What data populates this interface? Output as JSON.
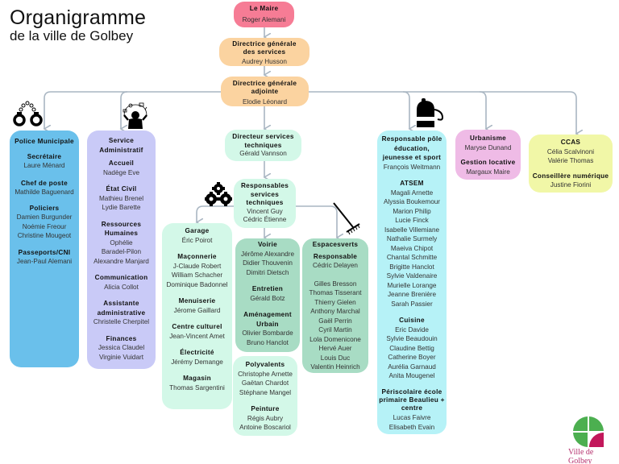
{
  "header": {
    "title": "Organigramme",
    "subtitle": "de la ville de Golbey"
  },
  "colors": {
    "maire": "#f67c95",
    "direction": "#fbd3a0",
    "technique": "#d3f8e8",
    "voirie": "#a8dcc4",
    "police": "#6ac0eb",
    "administratif": "#c9caf7",
    "education": "#b6f2f7",
    "urbanisme": "#efbbe6",
    "ccas": "#f1f7a7",
    "connector": "#a9b6c2",
    "logo_green": "#4caf50",
    "logo_magenta": "#c2185b"
  },
  "maire": {
    "title": "Le Maire",
    "name": "Roger Alemani"
  },
  "dgs": {
    "title": "Directrice générale des services",
    "name": "Audrey Husson"
  },
  "dga": {
    "title": "Directrice générale adjointe",
    "name": "Elodie Léonard"
  },
  "dst": {
    "title": "Directeur services techniques",
    "name": "Gérald Vannson"
  },
  "rst": {
    "title": "Responsables services techniques",
    "names": [
      "Vincent Guy",
      "Cédric Étienne"
    ]
  },
  "police": {
    "title": "Police Municipale",
    "sections": [
      {
        "title": "Secrétaire",
        "names": [
          "Laure Ménard"
        ]
      },
      {
        "title": "Chef de poste",
        "names": [
          "Mathilde Baguenard"
        ]
      },
      {
        "title": "Policiers",
        "names": [
          "Damien Burgunder",
          "Noémie Freour",
          "Christine Mougeot"
        ]
      },
      {
        "title": "Passeports/CNI",
        "names": [
          "Jean-Paul Alemani"
        ]
      }
    ]
  },
  "administratif": {
    "title": "Service Administratif",
    "sections": [
      {
        "title": "Accueil",
        "names": [
          "Nadège Eve"
        ]
      },
      {
        "title": "État Civil",
        "names": [
          "Mathieu Brenel",
          "Lydie Barette"
        ]
      },
      {
        "title": "Ressources Humaines",
        "names": [
          "Ophélie Baradel-Pilon",
          "Alexandre Manjard"
        ]
      },
      {
        "title": "Communication",
        "names": [
          "Alicia Collot"
        ]
      },
      {
        "title": "Assistante administrative",
        "names": [
          "Christelle Cherpitel"
        ]
      },
      {
        "title": "Finances",
        "names": [
          "Jessica Claudel",
          "Virginie Vuidart"
        ]
      }
    ]
  },
  "garage": {
    "sections": [
      {
        "title": "Garage",
        "names": [
          "Éric Poirot"
        ]
      },
      {
        "title": "Maçonnerie",
        "names": [
          "J-Claude Robert",
          "William Schacher",
          "Dominique Badonnel"
        ]
      },
      {
        "title": "Menuiserie",
        "names": [
          "Jérome Gaillard"
        ]
      },
      {
        "title": "Centre culturel",
        "names": [
          "Jean-Vincent Amet"
        ]
      },
      {
        "title": "Électricité",
        "names": [
          "Jérémy Demange"
        ]
      },
      {
        "title": "Magasin",
        "names": [
          "Thomas Sargentini"
        ]
      }
    ]
  },
  "voirie": {
    "sections": [
      {
        "title": "Voirie",
        "names": [
          "Jérôme Alexandre",
          "Didier Thouvenin",
          "Dimitri Dietsch"
        ]
      },
      {
        "title": "Entretien",
        "names": [
          "Gérald Botz"
        ]
      },
      {
        "title": "Aménagement Urbain",
        "names": [
          "Olivier Bombarde",
          "Bruno Hanclot"
        ]
      }
    ]
  },
  "polyvalents": {
    "sections": [
      {
        "title": "Polyvalents",
        "names": [
          "Christophe Arnette",
          "Gaëtan Chardot",
          "Stéphane Mangel"
        ]
      },
      {
        "title": "Peinture",
        "names": [
          "Régis Aubry",
          "Antoine Boscariol"
        ]
      }
    ]
  },
  "espaces_verts": {
    "title": "Espacesverts",
    "sections": [
      {
        "title": "Responsable",
        "names": [
          "Cédric Delayen"
        ]
      },
      {
        "title": "",
        "names": [
          "Gilles Bresson",
          "Thomas Tisserant",
          "Thierry Gielen",
          "Anthony Marchal",
          "Gaël Perrin",
          "Cyril Martin",
          "Lola Domenicone",
          "Hervé Auer",
          "Louis Duc",
          "Valentin Heinrich"
        ]
      }
    ]
  },
  "education": {
    "sections": [
      {
        "title": "Responsable pôle éducation, jeunesse et sport",
        "names": [
          "François Weitmann"
        ]
      },
      {
        "title": "ATSEM",
        "names": [
          "Magali Arnette",
          "Alyssia Boukemour",
          "Marion Philip",
          "Lucie Finck",
          "Isabelle Villemiane",
          "Nathalie Surmely",
          "Maeiva Chipot",
          "Chantal Schmitte",
          "Brigitte Hanclot",
          "Sylvie Valdenaire",
          "Murielle Lorange",
          "Jeanne Brenière",
          "Sarah Passier"
        ]
      },
      {
        "title": "Cuisine",
        "names": [
          "Eric Davide",
          "Sylvie Beaudouin",
          "Claudine Bettig",
          "Catherine Boyer",
          "Aurélia Garnaud",
          "Anita Mougenel"
        ]
      },
      {
        "title": "Périscolaire école primaire Beaulieu + centre",
        "names": [
          "Lucas Faivre",
          "Elisabeth Evain"
        ]
      }
    ]
  },
  "urbanisme": {
    "sections": [
      {
        "title": "Urbanisme",
        "names": [
          "Maryse Dunand"
        ]
      },
      {
        "title": "Gestion locative",
        "names": [
          "Margaux Maire"
        ]
      }
    ]
  },
  "ccas": {
    "sections": [
      {
        "title": "CCAS",
        "names": [
          "Célia Scalvinoni",
          "Valérie Thomas"
        ]
      },
      {
        "title": "Conseillère numérique",
        "names": [
          "Justine Fiorini"
        ]
      }
    ]
  },
  "icons": {
    "police": "handcuffs-icon",
    "administratif": "juggling-person-icon",
    "technique": "gears-icon",
    "espaces_verts": "rake-icon",
    "education": "backpack-icon"
  },
  "logo": {
    "text": "Ville de Golbey"
  }
}
